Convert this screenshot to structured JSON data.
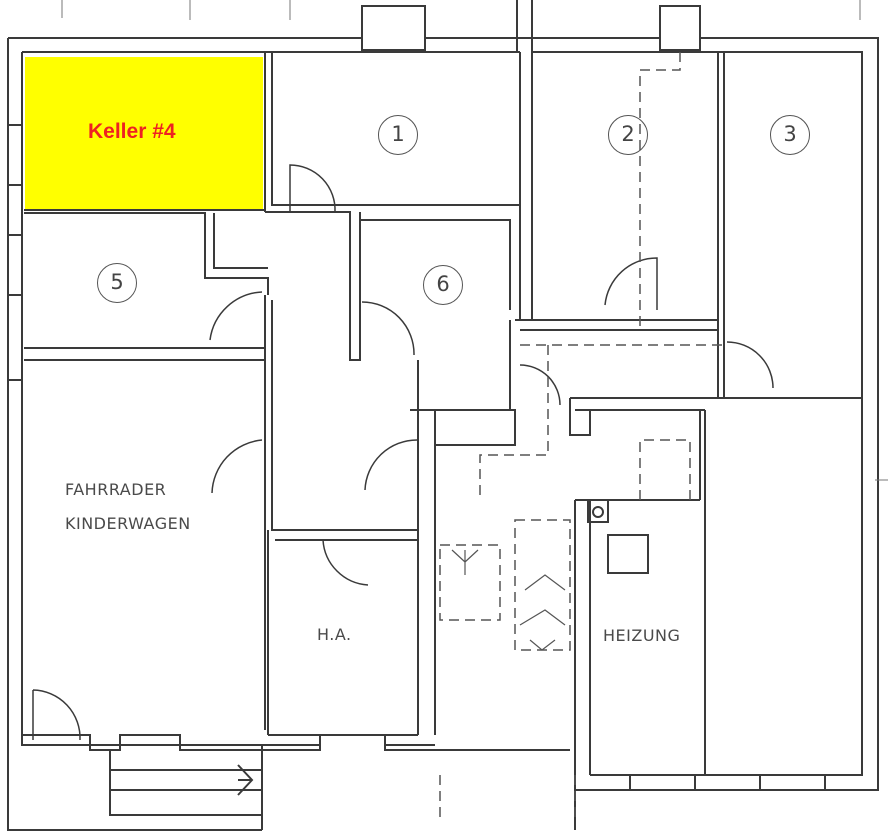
{
  "highlight": {
    "label": "Keller #4",
    "fill": "#ffff00",
    "text_color": "#ee2222"
  },
  "rooms": {
    "r1": "1",
    "r2": "2",
    "r3": "3",
    "r5": "5",
    "r6": "6"
  },
  "labels": {
    "fahrrader": "FAHRRADER",
    "kinderwagen": "KINDERWAGEN",
    "ha": "H.A.",
    "heizung": "HEIZUNG"
  },
  "colors": {
    "wall": "#3a3a3a",
    "dash": "#555555",
    "paper": "#ffffff"
  }
}
